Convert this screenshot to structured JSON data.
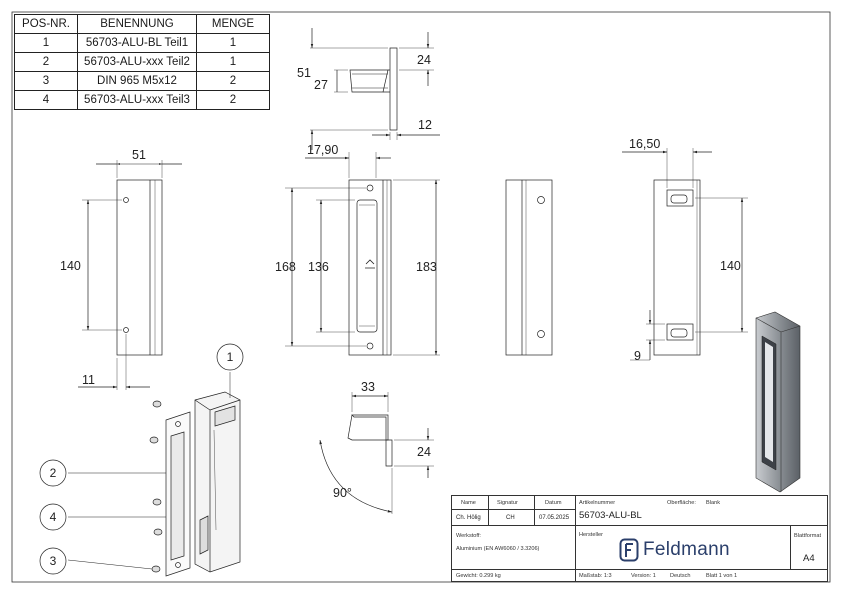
{
  "parts_list": {
    "headers": [
      "POS-NR.",
      "BENENNUNG",
      "MENGE"
    ],
    "rows": [
      [
        "1",
        "56703-ALU-BL Teil1",
        "1"
      ],
      [
        "2",
        "56703-ALU-xxx Teil2",
        "1"
      ],
      [
        "3",
        "DIN 965 M5x12",
        "2"
      ],
      [
        "4",
        "56703-ALU-xxx Teil3",
        "2"
      ]
    ]
  },
  "dimensions": {
    "top_view": [
      "51",
      "27",
      "24",
      "12"
    ],
    "left_view": [
      "51",
      "140",
      "11"
    ],
    "front_view": [
      "17,90",
      "168",
      "136",
      "183"
    ],
    "right_view": [
      "16,50",
      "140",
      "9"
    ],
    "section_view": [
      "33",
      "24",
      "90°"
    ]
  },
  "balloons": [
    "1",
    "2",
    "4",
    "3"
  ],
  "title_block": {
    "head_name": "Name",
    "head_signatur": "Signatur",
    "head_datum": "Datum",
    "name": "Ch. Hölig",
    "signatur": "CH",
    "datum": "07.05.2025",
    "article_label": "Artikelnummer",
    "article_number": "56703-ALU-BL",
    "surface_label": "Oberfläche:",
    "surface_value": "Blank",
    "material_label": "Werkstoff:",
    "material_value": "Aluminium (EN AW6060 / 3.3206)",
    "maker_label": "Hersteller",
    "brand": "Feldmann",
    "format_label": "Blattformat",
    "format_value": "A4",
    "weight": "Gewicht: 0.299 kg",
    "scale": "Maßstab: 1:3",
    "version": "Version: 1",
    "language": "Deutsch",
    "sheet": "Blatt 1 von 1"
  },
  "colors": {
    "brand": "#2b3f6b",
    "line": "#222222",
    "shade": "#8a8f94"
  }
}
